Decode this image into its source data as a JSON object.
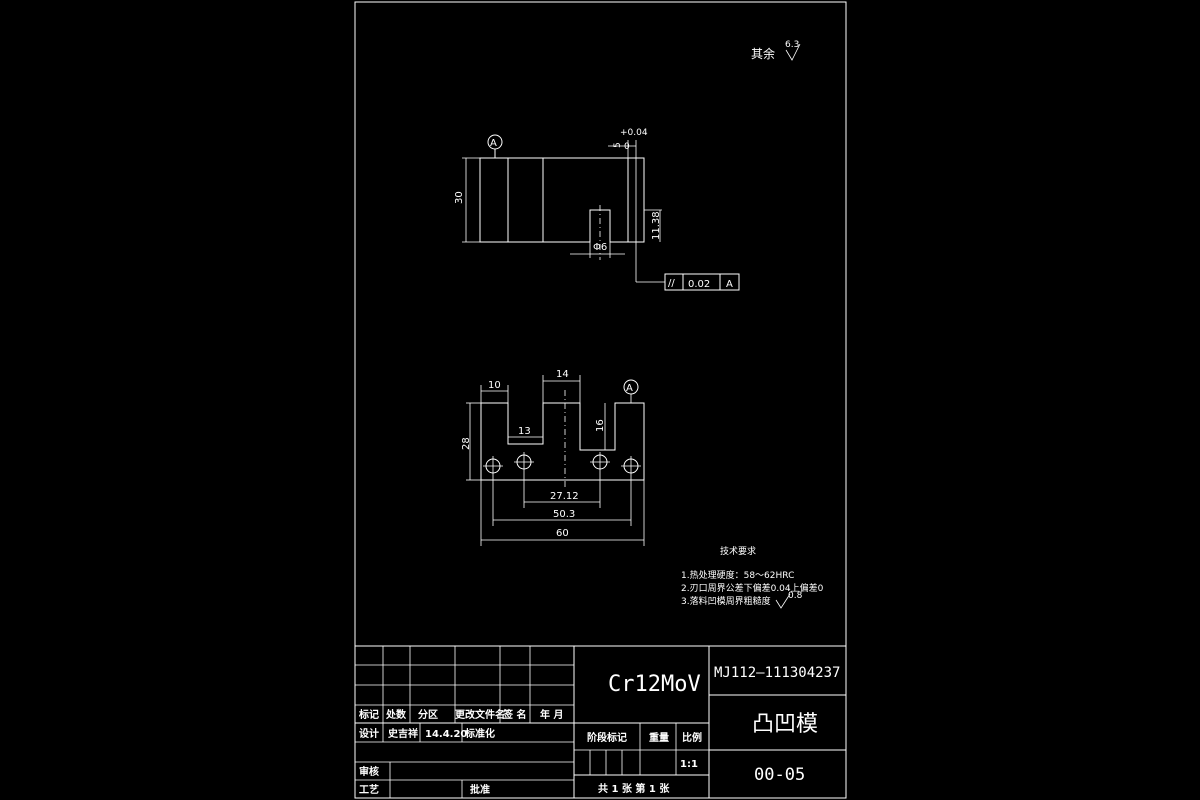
{
  "surface_roughness": {
    "label": "其余",
    "value": "6.3"
  },
  "datum": "A",
  "section_view": {
    "height_dim": "30",
    "slot_tol": "+0.04",
    "slot_base": "5",
    "slot_zero": "0",
    "depth_dim": "11.38",
    "hole_dim": "Φ6",
    "tolerance_frame": {
      "symbol": "//",
      "value": "0.02",
      "datum": "A"
    }
  },
  "plan_view": {
    "dim_10": "10",
    "dim_14": "14",
    "dim_13": "13",
    "dim_16": "16",
    "dim_28": "28",
    "dim_27_12": "27.12",
    "dim_50_3": "50.3",
    "dim_60": "60"
  },
  "tech_requirements": {
    "title": "技术要求",
    "items": [
      "1.热处理硬度：58～62HRC",
      "2.刃口周界公差下偏差0.04上偏差0",
      "3.落料凹模周界粗糙度"
    ],
    "roughness_value": "0.8"
  },
  "title_block": {
    "material": "Cr12MoV",
    "drawing_no": "MJ112—111304237",
    "part_name": "凸凹模",
    "code": "00-05",
    "headers": [
      "标记",
      "处数",
      "分区",
      "更改文件名",
      "签 名",
      "年 月"
    ],
    "design_row": [
      "设计",
      "史吉祥",
      "14.4.20",
      "标准化"
    ],
    "stage_mark": "阶段标记",
    "weight": "重量",
    "scale_label": "比例",
    "scale": "1:1",
    "review": "审核",
    "process": "工艺",
    "approve": "批准",
    "sheets": "共 1 张    第 1 张"
  }
}
